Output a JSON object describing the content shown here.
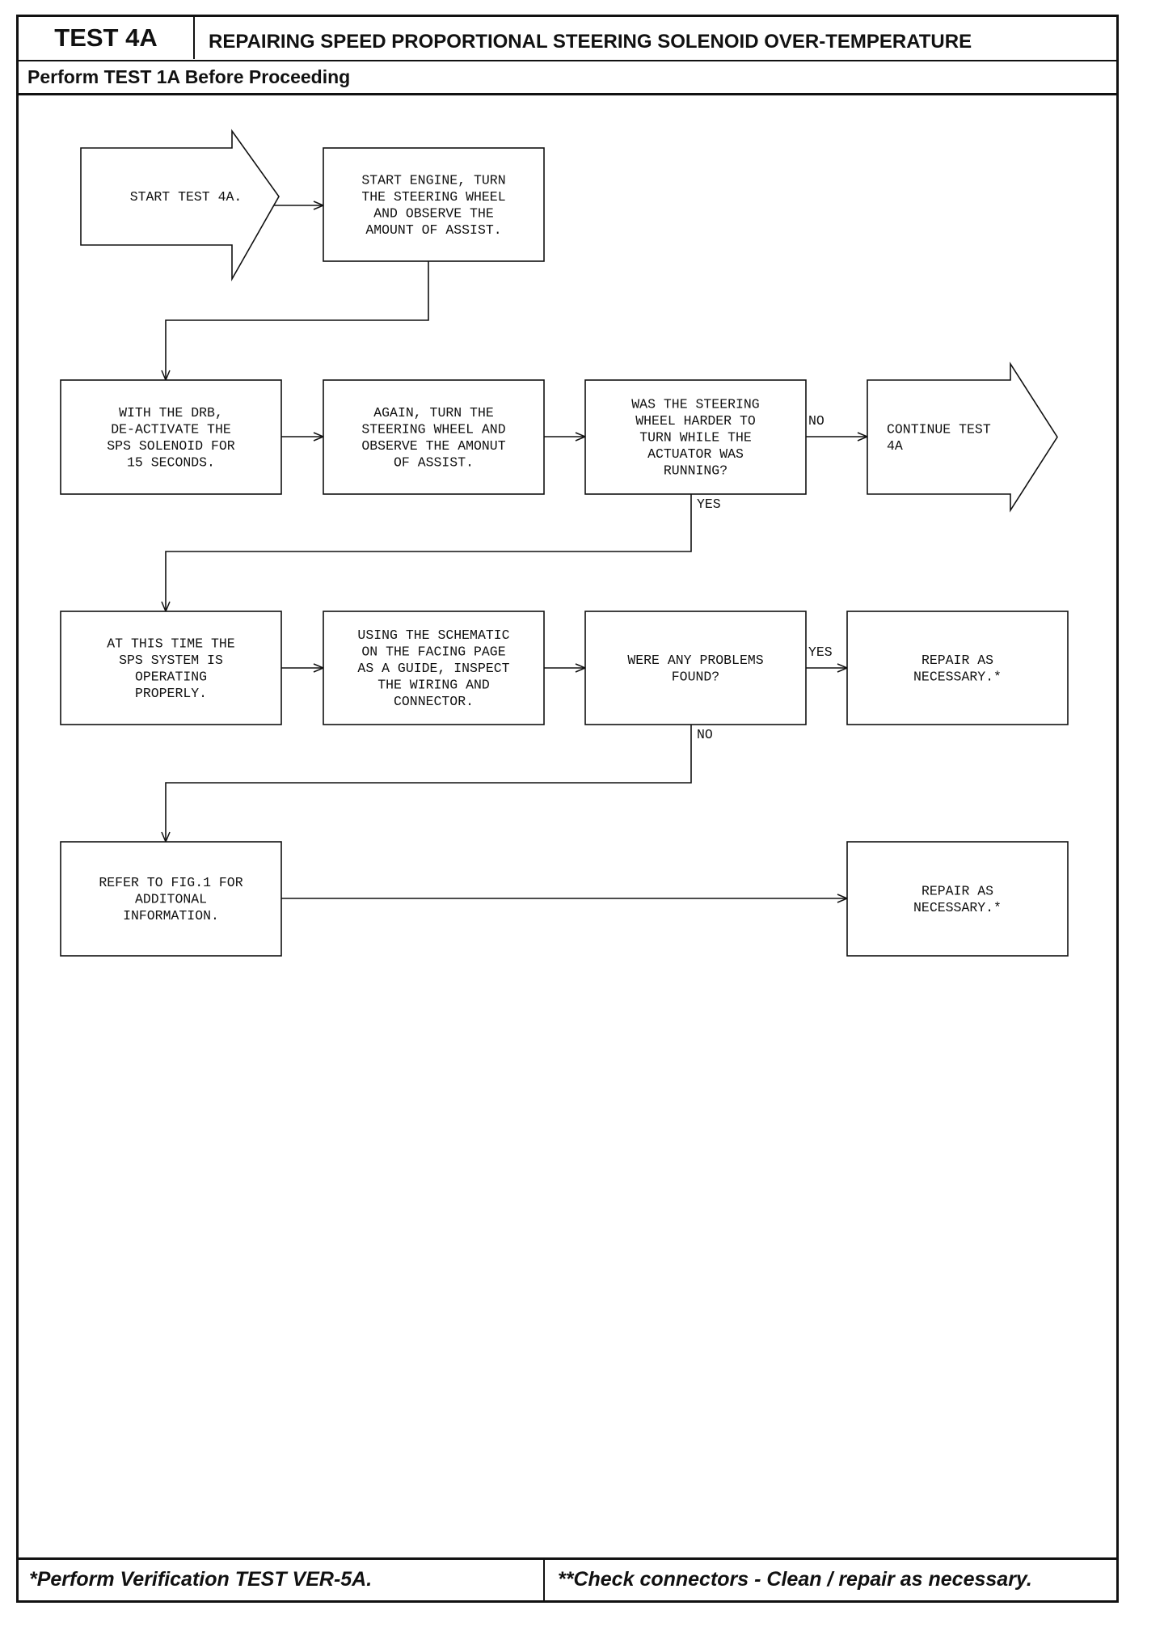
{
  "header": {
    "test_id": "TEST 4A",
    "title": "REPAIRING SPEED PROPORTIONAL STEERING SOLENOID OVER-TEMPERATURE",
    "subtitle": "Perform TEST 1A Before Proceeding"
  },
  "flowchart": {
    "nodes": {
      "start": [
        "START TEST 4A."
      ],
      "observe_assist": [
        "START ENGINE, TURN",
        "THE STEERING WHEEL",
        "AND OBSERVE THE",
        "AMOUNT OF ASSIST."
      ],
      "deactivate": [
        "WITH THE DRB,",
        "DE-ACTIVATE THE",
        "SPS SOLENOID FOR",
        "15 SECONDS."
      ],
      "again_turn": [
        "AGAIN, TURN THE",
        "STEERING WHEEL AND",
        "OBSERVE THE AMONUT",
        "OF ASSIST."
      ],
      "was_harder": [
        "WAS THE STEERING",
        "WHEEL HARDER TO",
        "TURN WHILE THE",
        "ACTUATOR WAS",
        "RUNNING?"
      ],
      "continue": [
        "CONTINUE TEST",
        "4A"
      ],
      "operating_properly": [
        "AT THIS TIME THE",
        "SPS SYSTEM IS",
        "OPERATING",
        "PROPERLY."
      ],
      "inspect_wiring": [
        "USING THE SCHEMATIC",
        "ON THE FACING PAGE",
        "AS A GUIDE, INSPECT",
        "THE WIRING AND",
        "CONNECTOR."
      ],
      "problems_found": [
        "WERE ANY PROBLEMS",
        "FOUND?"
      ],
      "repair_1": [
        "REPAIR AS",
        "NECESSARY.*"
      ],
      "refer_fig": [
        "REFER TO FIG.1 FOR",
        "ADDITONAL",
        "INFORMATION."
      ],
      "repair_2": [
        "REPAIR AS",
        "NECESSARY.*"
      ]
    },
    "labels": {
      "no_1": "NO",
      "yes_1": "YES",
      "yes_2": "YES",
      "no_2": "NO"
    }
  },
  "footer": {
    "left": "*Perform Verification TEST VER-5A.",
    "right": "**Check connectors - Clean / repair as necessary."
  }
}
